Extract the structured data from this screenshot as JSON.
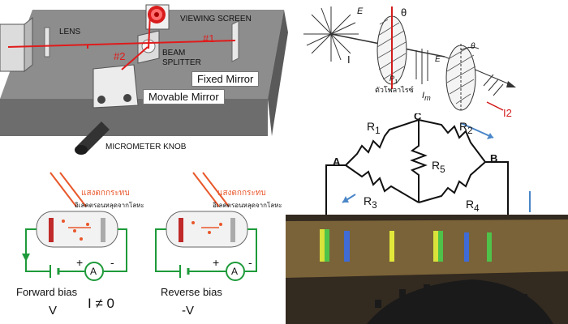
{
  "interferometer": {
    "lens": "LENS",
    "viewing_screen": "VIEWING SCREEN",
    "beam": "BEAM",
    "splitter": "SPLITTER",
    "path1": "#1",
    "path2": "#2",
    "fixed_mirror": "Fixed Mirror",
    "movable_mirror": "Movable Mirror",
    "micrometer_knob": "MICROMETER KNOB"
  },
  "polarizer": {
    "e_top": "E",
    "theta_top": "θ",
    "e_mid": "E",
    "theta_right": "θ",
    "intensity_in": "I",
    "p1": "P",
    "p1_sub": "1",
    "polarizer_thai": "ตัวโพลาไรซ์",
    "i_m": "I",
    "i_m_sub": "m",
    "intensity_out": "I2"
  },
  "bridge": {
    "r1": "R",
    "r1_sub": "1",
    "r2": "R",
    "r2_sub": "2",
    "r3": "R",
    "r3_sub": "3",
    "r4": "R",
    "r4_sub": "4",
    "r5": "R",
    "r5_sub": "5",
    "node_a": "A",
    "node_b": "B",
    "node_c": "C"
  },
  "photocell": {
    "light_left": "แสงตกกระทบ",
    "electron_left": "อิเลคตรอนหลุดจากโลหะ",
    "light_right": "แสงตกกระทบ",
    "electron_right": "อิเลคตรอนหลุดจากโลหะ",
    "plus_left": "+",
    "minus_left": "-",
    "ammeter_left": "A",
    "plus_right": "+",
    "minus_right": "-",
    "ammeter_right": "A",
    "forward_bias": "Forward bias",
    "v_left": "V",
    "current": "I ≠ 0",
    "reverse_bias": "Reverse bias",
    "v_right": "-V"
  },
  "colors": {
    "laser_red": "#e01b1b",
    "circuit_green": "#1e9a3a",
    "arrow_orange": "#e8572a",
    "arrow_blue": "#4a86c8",
    "spectrum_bg": "#3a2c1c"
  }
}
